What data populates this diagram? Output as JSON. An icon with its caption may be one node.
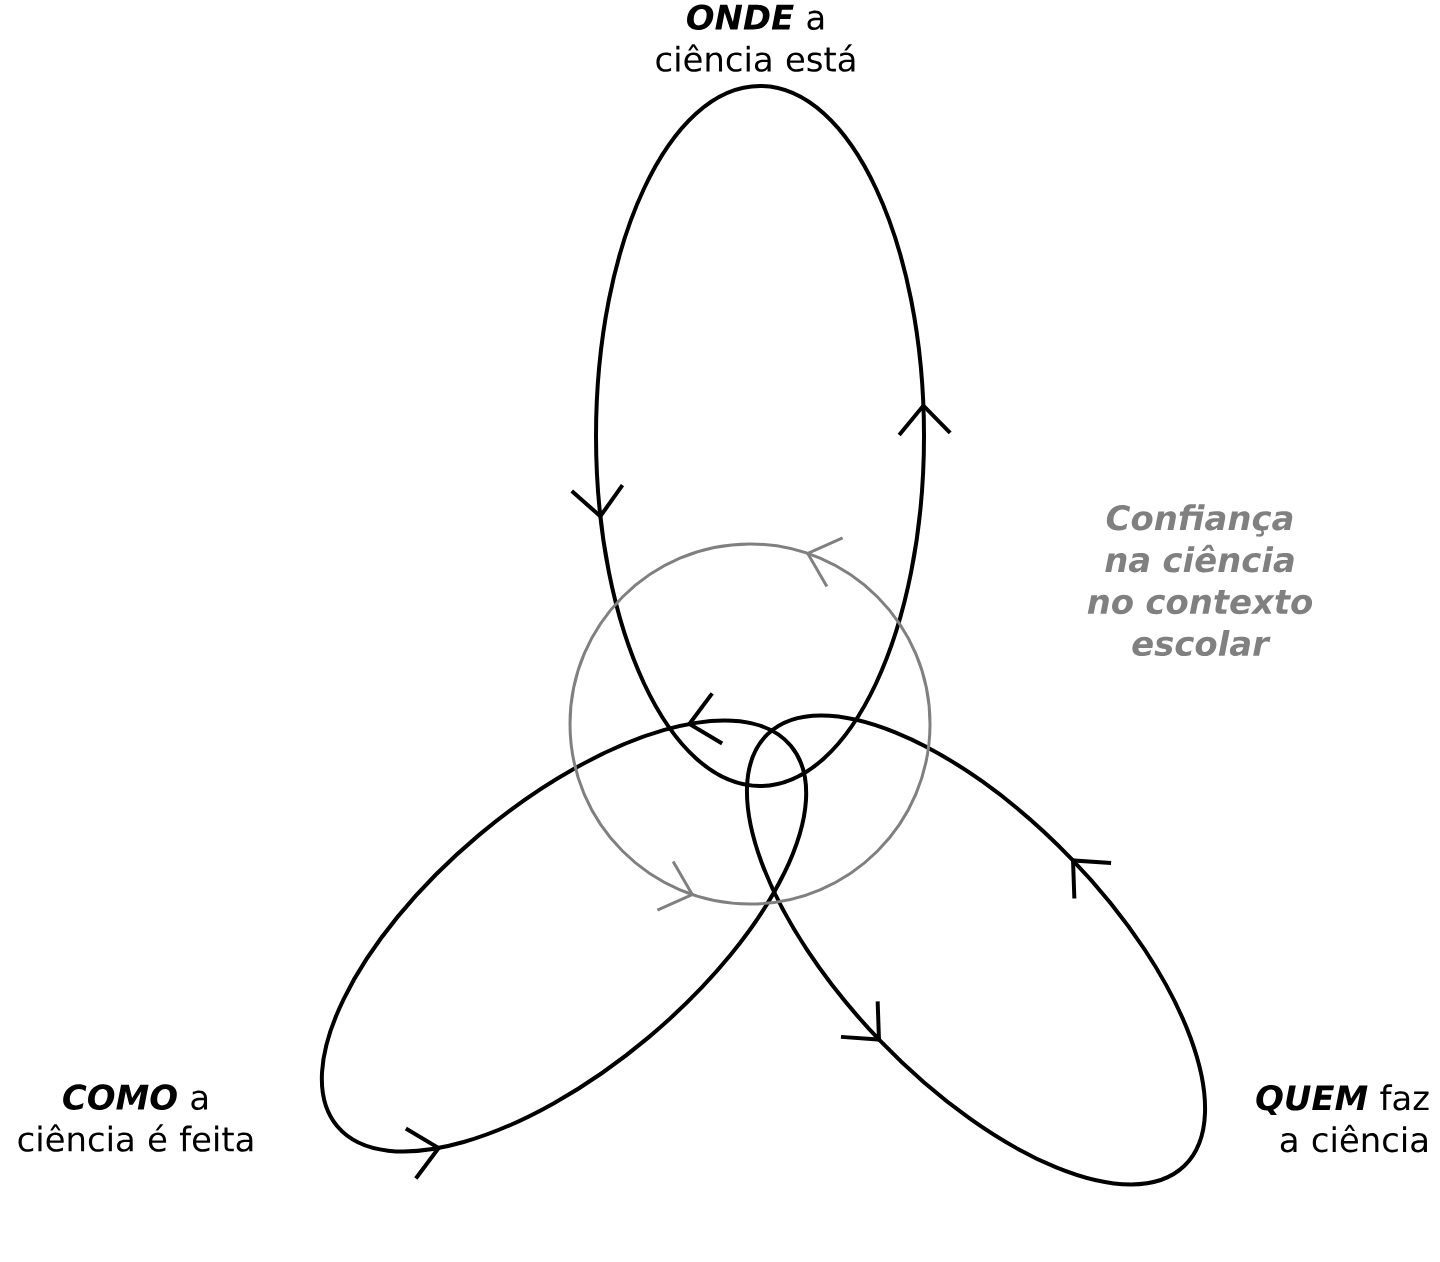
{
  "diagram": {
    "labels": [
      "**ONDE** a ciência está",
      "Confiança na ciência no contexto escolar",
      "**COMO** a ciência é feita",
      "**QUEM** faz a ciência"
    ]
  }
}
